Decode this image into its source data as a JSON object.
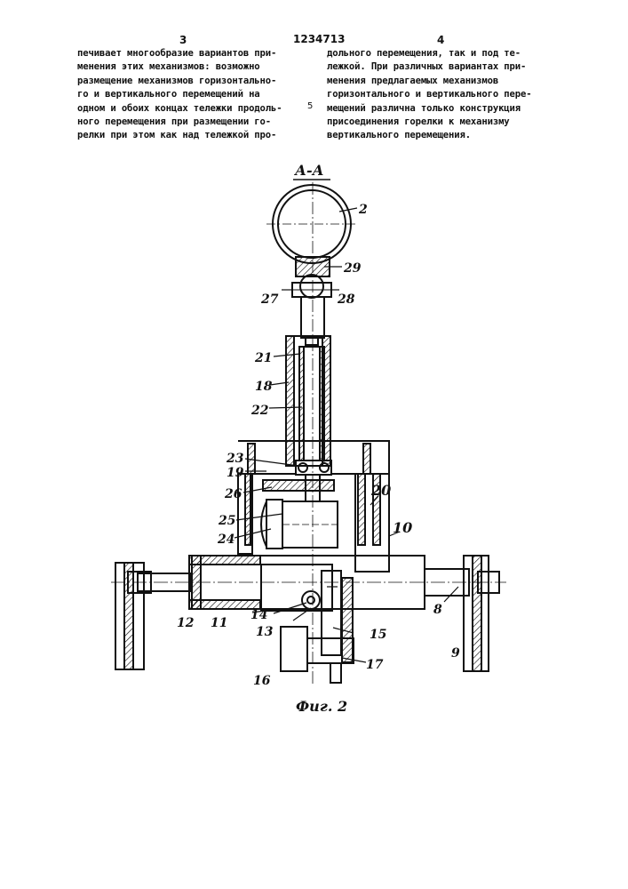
{
  "header": {
    "page_left": "3",
    "patent_number": "1234713",
    "page_right": "4"
  },
  "left_column": [
    "печивает многообразие вариантов при-",
    "менения этих механизмов: возможно",
    "размещение механизмов горизонтально-",
    "го и вертикального перемещений на",
    "одном и обоих концах тележки продоль-",
    "ного перемещения при размещении го-",
    "релки при этом как над тележкой про-"
  ],
  "line_number": "5",
  "right_column": [
    "дольного перемещения, так и под те-",
    "лежкой. При различных вариантах при-",
    "менения предлагаемых механизмов",
    "горизонтального и вертикального пере-",
    "мещений различна только конструкция",
    "присоединения горелки к механизму",
    "вертикального перемещения."
  ],
  "figure": {
    "section_label": "А-А",
    "caption": "Фиг. 2",
    "part_labels": [
      "2",
      "29",
      "27",
      "28",
      "21",
      "18",
      "22",
      "23",
      "19",
      "26",
      "20",
      "25",
      "24",
      "10",
      "8",
      "12",
      "11",
      "14",
      "13",
      "15",
      "9",
      "16",
      "17"
    ]
  }
}
